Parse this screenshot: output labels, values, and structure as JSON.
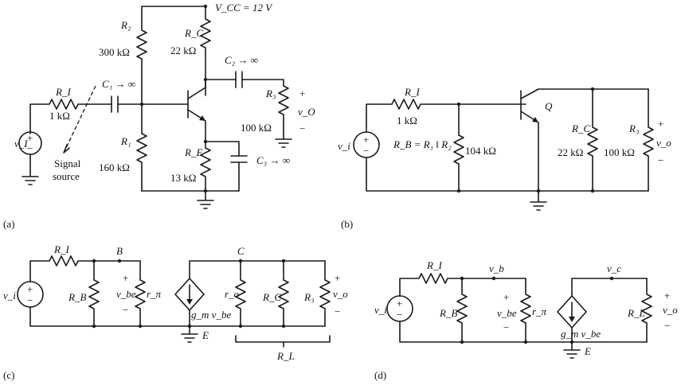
{
  "panel_a": {
    "vcc": "V_CC = 12 V",
    "r2": "R₂",
    "r2_val": "300 kΩ",
    "rc": "R_C",
    "rc_val": "22 kΩ",
    "c2": "C₂ → ∞",
    "r3": "R₃",
    "r3_val": "100 kΩ",
    "vo": "v_O",
    "ri": "R_I",
    "ri_val": "1 kΩ",
    "c1": "C₁ → ∞",
    "vi": "v_I",
    "r1": "R₁",
    "r1_val": "160 kΩ",
    "re": "R_E",
    "re_val": "13 kΩ",
    "c3": "C₃ → ∞",
    "signal_source_1": "Signal",
    "signal_source_2": "source",
    "plus": "+",
    "minus": "−",
    "caption": "(a)"
  },
  "panel_b": {
    "ri": "R_I",
    "ri_val": "1 kΩ",
    "vi": "v_i",
    "rb_eq": "R_B = R₁ ‖ R₂",
    "rb_val": "104 kΩ",
    "q": "Q",
    "rc": "R_C",
    "rc_val": "22 kΩ",
    "r3": "R₃",
    "r3_val": "100 kΩ",
    "vo": "v_o",
    "plus": "+",
    "minus": "−",
    "caption": "(b)"
  },
  "panel_c": {
    "ri": "R_I",
    "b": "B",
    "c": "C",
    "vi": "v_i",
    "rb": "R_B",
    "vbe": "v_be",
    "rpi": "r_π",
    "gm": "g_m v_be",
    "ro": "r_o",
    "rc": "R_C",
    "r3": "R₃",
    "vo": "v_o",
    "e": "E",
    "rl": "R_L",
    "plus": "+",
    "minus": "−",
    "caption": "(c)"
  },
  "panel_d": {
    "ri": "R_I",
    "vb": "v_b",
    "vc": "v_c",
    "vi": "v_i",
    "rb": "R_B",
    "vbe": "v_be",
    "rpi": "r_π",
    "gm": "g_m v_be",
    "rl": "R_L",
    "vo": "v_o",
    "e": "E",
    "plus": "+",
    "minus": "−",
    "caption": "(d)"
  }
}
